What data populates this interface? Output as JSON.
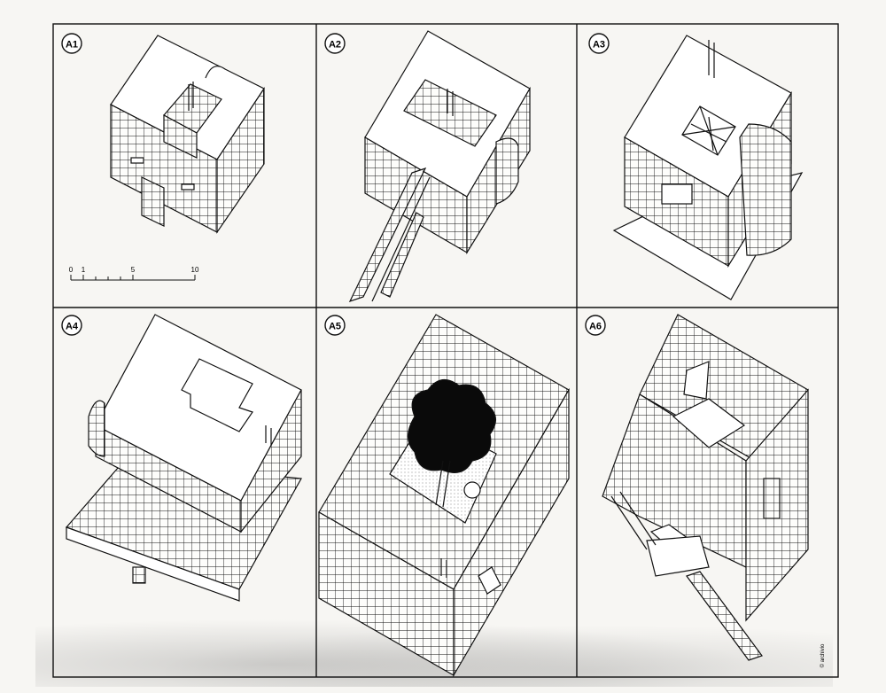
{
  "panels": [
    {
      "id": "A1",
      "label": "A1"
    },
    {
      "id": "A2",
      "label": "A2"
    },
    {
      "id": "A3",
      "label": "A3"
    },
    {
      "id": "A4",
      "label": "A4"
    },
    {
      "id": "A5",
      "label": "A5"
    },
    {
      "id": "A6",
      "label": "A6"
    }
  ],
  "scale_bar": {
    "ticks": [
      "0",
      "1",
      "5",
      "10"
    ]
  },
  "credit": "© archivio"
}
